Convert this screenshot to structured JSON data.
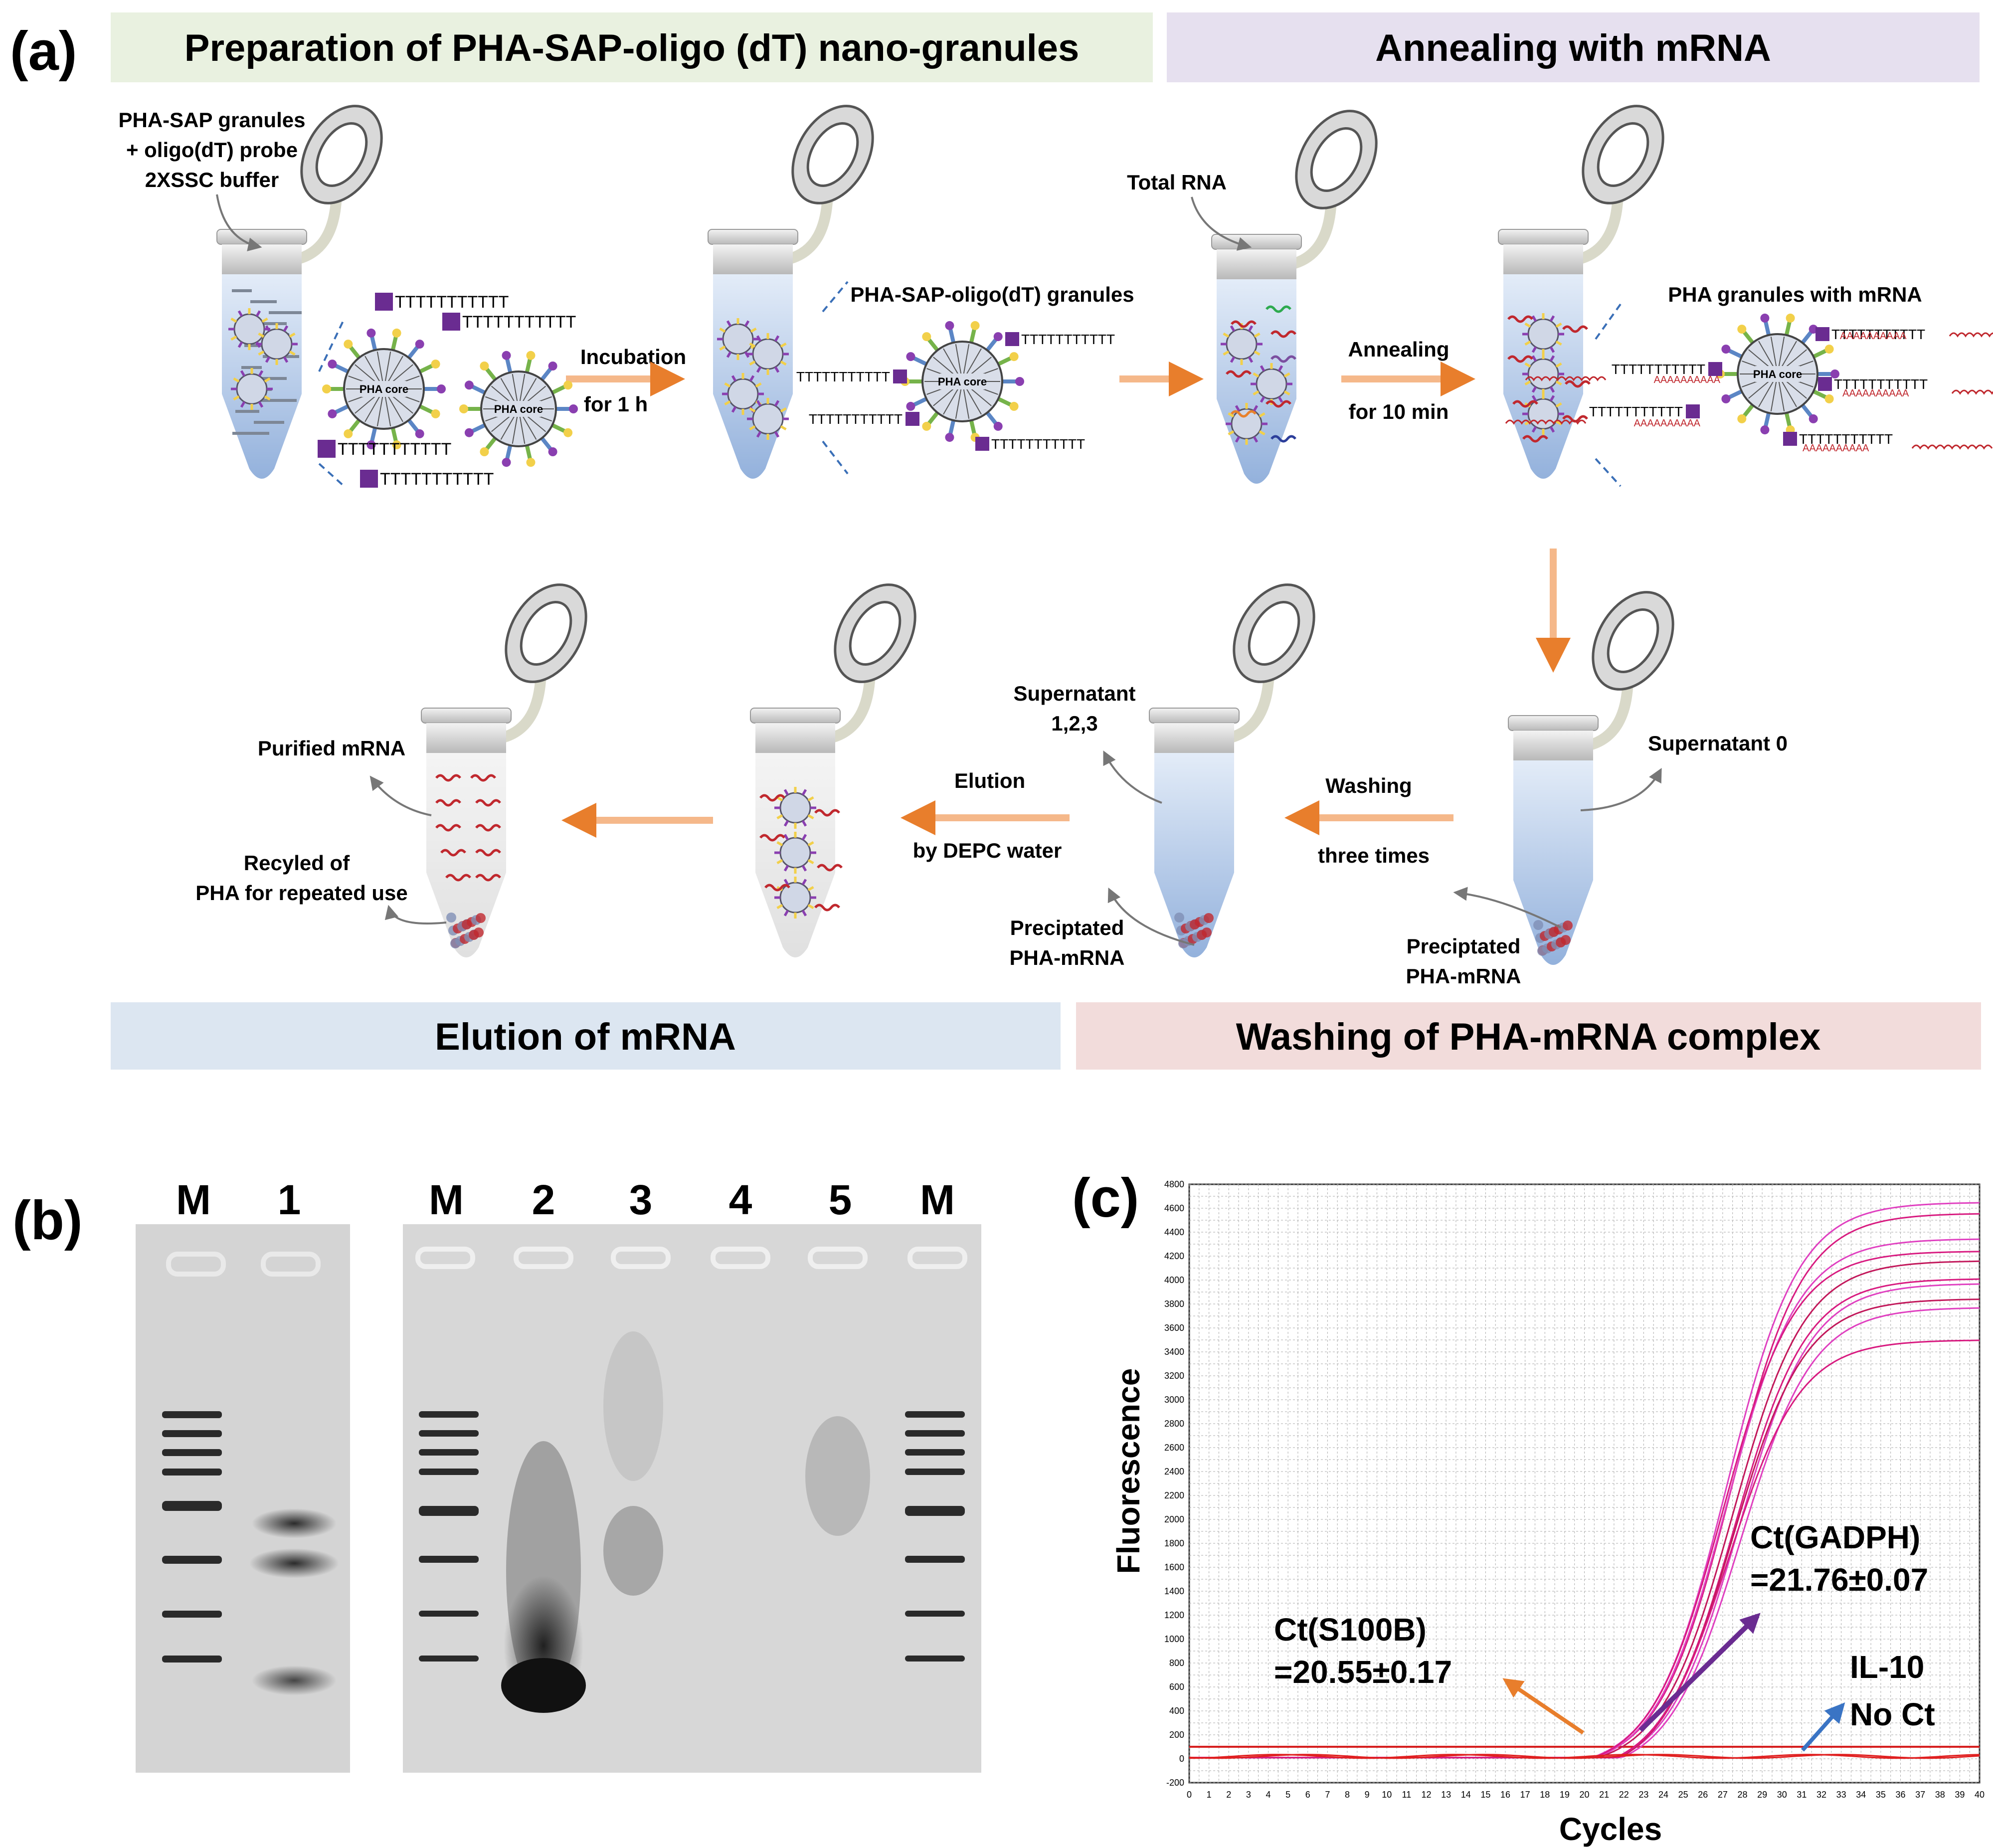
{
  "panel_a": {
    "label": "(a)",
    "banners": {
      "prep": "Preparation of PHA-SAP-oligo (dT) nano-granules",
      "anneal": "Annealing with mRNA",
      "elution": "Elution of mRNA",
      "washing": "Washing of PHA-mRNA complex"
    },
    "colors": {
      "prep": "#e9f1e0",
      "anneal": "#e6e0ef",
      "elution": "#dce6f1",
      "washing": "#f2dcdb",
      "arrow": "#f5b88a",
      "rna": "#c0282e",
      "purple": "#6a2c91"
    },
    "tube1": {
      "l1": "PHA-SAP granules",
      "l2": "+ oligo(dT) probe",
      "l3": "2XSSC buffer"
    },
    "core": "PHA core",
    "polyT": "TTTTTTTTTTT",
    "polyA": "AAAAAAAAAA",
    "step1": {
      "l1": "Incubation",
      "l2": "for 1 h"
    },
    "granules": "PHA-SAP-oligo(dT) granules",
    "total_rna": "Total RNA",
    "step2": {
      "l1": "Annealing",
      "l2": "for 10 min"
    },
    "with_mrna": "PHA granules with mRNA",
    "supernatant0": "Supernatant 0",
    "precip": {
      "l1": "Preciptated",
      "l2": "PHA-mRNA"
    },
    "step3": {
      "l1": "Washing",
      "l2": "three times"
    },
    "supernatant123": {
      "l1": "Supernatant",
      "l2": "1,2,3"
    },
    "step4": {
      "l1": "Elution",
      "l2": "by DEPC water"
    },
    "purified": "Purified mRNA",
    "recycled": {
      "l1": "Recyled of",
      "l2": "PHA for repeated use"
    }
  },
  "panel_b": {
    "label": "(b)",
    "gel1_lanes": [
      "M",
      "1"
    ],
    "gel2_lanes": [
      "M",
      "2",
      "3",
      "4",
      "5",
      "M"
    ]
  },
  "panel_c": {
    "label": "(c)",
    "annotations": {
      "s100b": {
        "l1": "Ct(S100B)",
        "l2": "=20.55±0.17",
        "color": "#e87e2c"
      },
      "gadph": {
        "l1": "Ct(GADPH)",
        "l2": "=21.76±0.07",
        "color": "#6a2c91"
      },
      "il10": {
        "l1": "IL-10",
        "l2": "No Ct",
        "color": "#3a74c4"
      }
    }
  },
  "chart_data": {
    "type": "line",
    "title": "",
    "xlabel": "Cycles",
    "ylabel": "Fluorescence",
    "xlim": [
      0,
      40
    ],
    "ylim": [
      -200,
      4800
    ],
    "xticks": [
      0,
      1,
      2,
      3,
      4,
      5,
      6,
      7,
      8,
      9,
      10,
      11,
      12,
      13,
      14,
      15,
      16,
      17,
      18,
      19,
      20,
      21,
      22,
      23,
      24,
      25,
      26,
      27,
      28,
      29,
      30,
      31,
      32,
      33,
      34,
      35,
      36,
      37,
      38,
      39,
      40
    ],
    "yticks": [
      -200,
      0,
      200,
      400,
      600,
      800,
      1000,
      1200,
      1400,
      1600,
      1800,
      2000,
      2200,
      2400,
      2600,
      2800,
      3000,
      3200,
      3400,
      3600,
      3800,
      4000,
      4200,
      4400,
      4600,
      4800
    ],
    "threshold": 100,
    "grid": true,
    "series": [
      {
        "plateau": 4750,
        "ct": 20.4,
        "midpoint": 27.2,
        "color": "#e040c0"
      },
      {
        "plateau": 4650,
        "ct": 20.5,
        "midpoint": 27.4,
        "color": "#d81b80"
      },
      {
        "plateau": 4450,
        "ct": 20.6,
        "midpoint": 27.2,
        "color": "#e040c0"
      },
      {
        "plateau": 4350,
        "ct": 20.5,
        "midpoint": 27.0,
        "color": "#d81b80"
      },
      {
        "plateau": 4250,
        "ct": 20.7,
        "midpoint": 27.5,
        "color": "#c2185b"
      },
      {
        "plateau": 4150,
        "ct": 21.6,
        "midpoint": 27.6,
        "color": "#d81b80"
      },
      {
        "plateau": 4100,
        "ct": 21.7,
        "midpoint": 27.8,
        "color": "#e040c0"
      },
      {
        "plateau": 4000,
        "ct": 21.8,
        "midpoint": 27.5,
        "color": "#c2185b"
      },
      {
        "plateau": 3900,
        "ct": 21.9,
        "midpoint": 27.9,
        "color": "#e040c0"
      },
      {
        "plateau": 3650,
        "ct": 21.7,
        "midpoint": 27.3,
        "color": "#d81b80"
      },
      {
        "plateau": 0,
        "ct": null,
        "midpoint": null,
        "color": "#e02020"
      },
      {
        "plateau": 0,
        "ct": null,
        "midpoint": null,
        "color": "#e02020"
      }
    ]
  }
}
